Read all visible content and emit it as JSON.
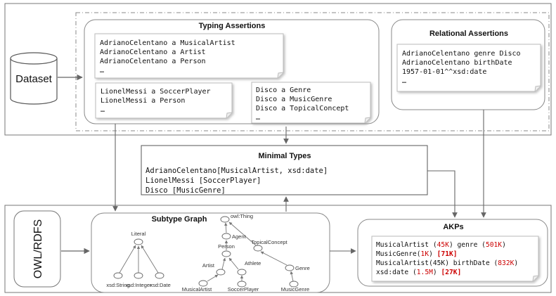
{
  "dataset": {
    "label": "Dataset"
  },
  "owl": {
    "label": "OWL/RDFS"
  },
  "typing": {
    "title": "Typing Assertions",
    "card1": [
      "AdrianoCelentano a MusicalArtist",
      "AdrianoCelentano a Artist",
      "AdrianoCelentano a Person",
      "…"
    ],
    "card2": [
      "LionelMessi a SoccerPlayer",
      "LionelMessi a Person",
      "…"
    ],
    "card3": [
      "Disco a Genre",
      "Disco a MusicGenre",
      "Disco a TopicalConcept",
      "…"
    ]
  },
  "relational": {
    "title": "Relational Assertions",
    "lines": [
      "AdrianoCelentano genre Disco",
      "AdrianoCelentano birthDate",
      "1957-01-01^^xsd:date",
      "…"
    ]
  },
  "minimal": {
    "title": "Minimal Types",
    "lines": [
      "AdrianoCelentano[MusicalArtist, xsd:date]",
      "LionelMessi [SoccerPlayer]",
      "Disco [MusicGenre]"
    ]
  },
  "subtype": {
    "title": "Subtype Graph",
    "nodes": {
      "literal": "Literal",
      "xsd_string": "xsd:String",
      "xsd_integer": "xsd:Integer",
      "xsd_date": "xsd:Date",
      "owl_thing": "owl:Thing",
      "agent": "Agent",
      "person": "Person",
      "artist": "Artist",
      "athlete": "Athlete",
      "musical_artist": "MusicalArtist",
      "soccer_player": "SoccerPlayer",
      "topical_concept": "TopicalConcept",
      "genre": "Genre",
      "music_genre": "MusicGenre"
    }
  },
  "akps": {
    "title": "AKPs",
    "line1": {
      "a": "MusicalArtist (",
      "b": "45K",
      "c": ") genre (",
      "d": "501K",
      "e": ")"
    },
    "line2": {
      "a": "MusicGenre(",
      "b": "1K",
      "c": ") ",
      "d": "[71K]"
    },
    "line3": {
      "a": "MusicalArtist(45K) birthDate (",
      "b": "832K",
      "c": ")"
    },
    "line4": {
      "a": "xsd:date (",
      "b": "1.5M",
      "c": ") ",
      "d": "[27K]"
    }
  },
  "colors": {
    "red": "#cc0000",
    "line": "#777777",
    "border": "#888888"
  }
}
